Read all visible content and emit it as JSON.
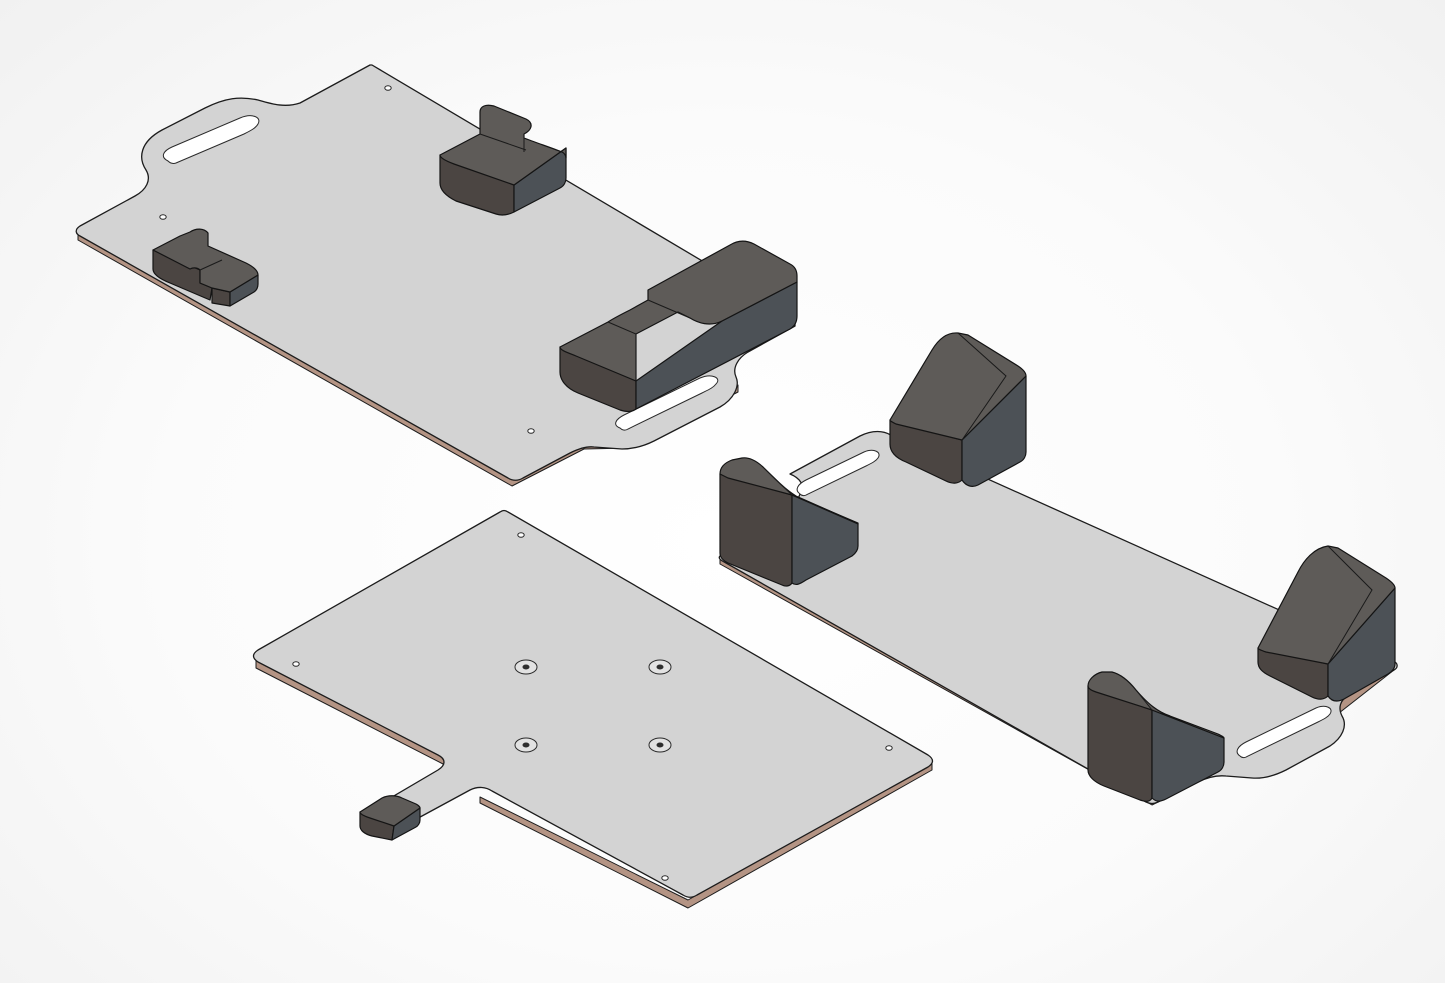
{
  "scene": {
    "background_color": "#f6f6f6",
    "plate_color": "#d3d3d3",
    "plate_edge_color": "#b49484",
    "block_top_color": "#5e5b58",
    "block_front_color": "#4b4542",
    "block_side_color": "#4c5156"
  },
  "parts": [
    {
      "id": "upper-left-plate",
      "block_count": 3,
      "handle_count": 2
    },
    {
      "id": "lower-plate",
      "block_count": 1,
      "handle_count": 0
    },
    {
      "id": "right-plate",
      "block_count": 4,
      "handle_count": 2
    }
  ]
}
